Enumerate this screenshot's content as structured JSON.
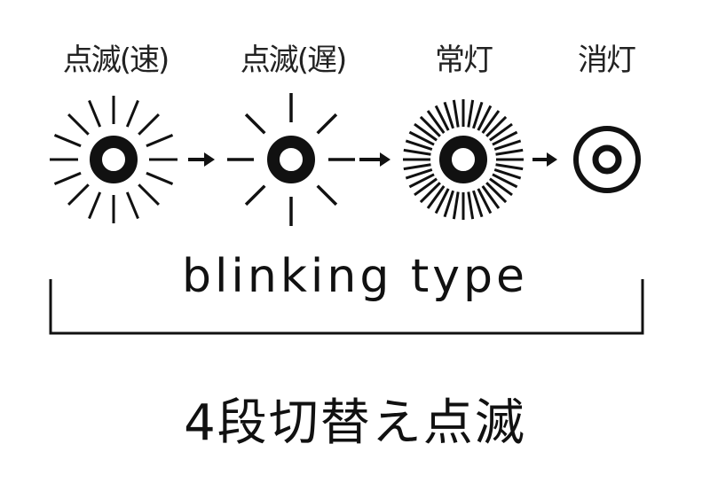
{
  "modes": [
    {
      "label": "点滅(速)",
      "icon": "fast-blink-icon",
      "rays": 16
    },
    {
      "label": "点滅(遅)",
      "icon": "slow-blink-icon",
      "rays": 8
    },
    {
      "label": "常灯",
      "icon": "steady-on-icon",
      "rays": 40
    },
    {
      "label": "消灯",
      "icon": "off-icon",
      "rays": 0
    }
  ],
  "type_label": "blinking type",
  "caption": "4段切替え点滅",
  "colors": {
    "ink": "#111111",
    "background": "#ffffff"
  }
}
